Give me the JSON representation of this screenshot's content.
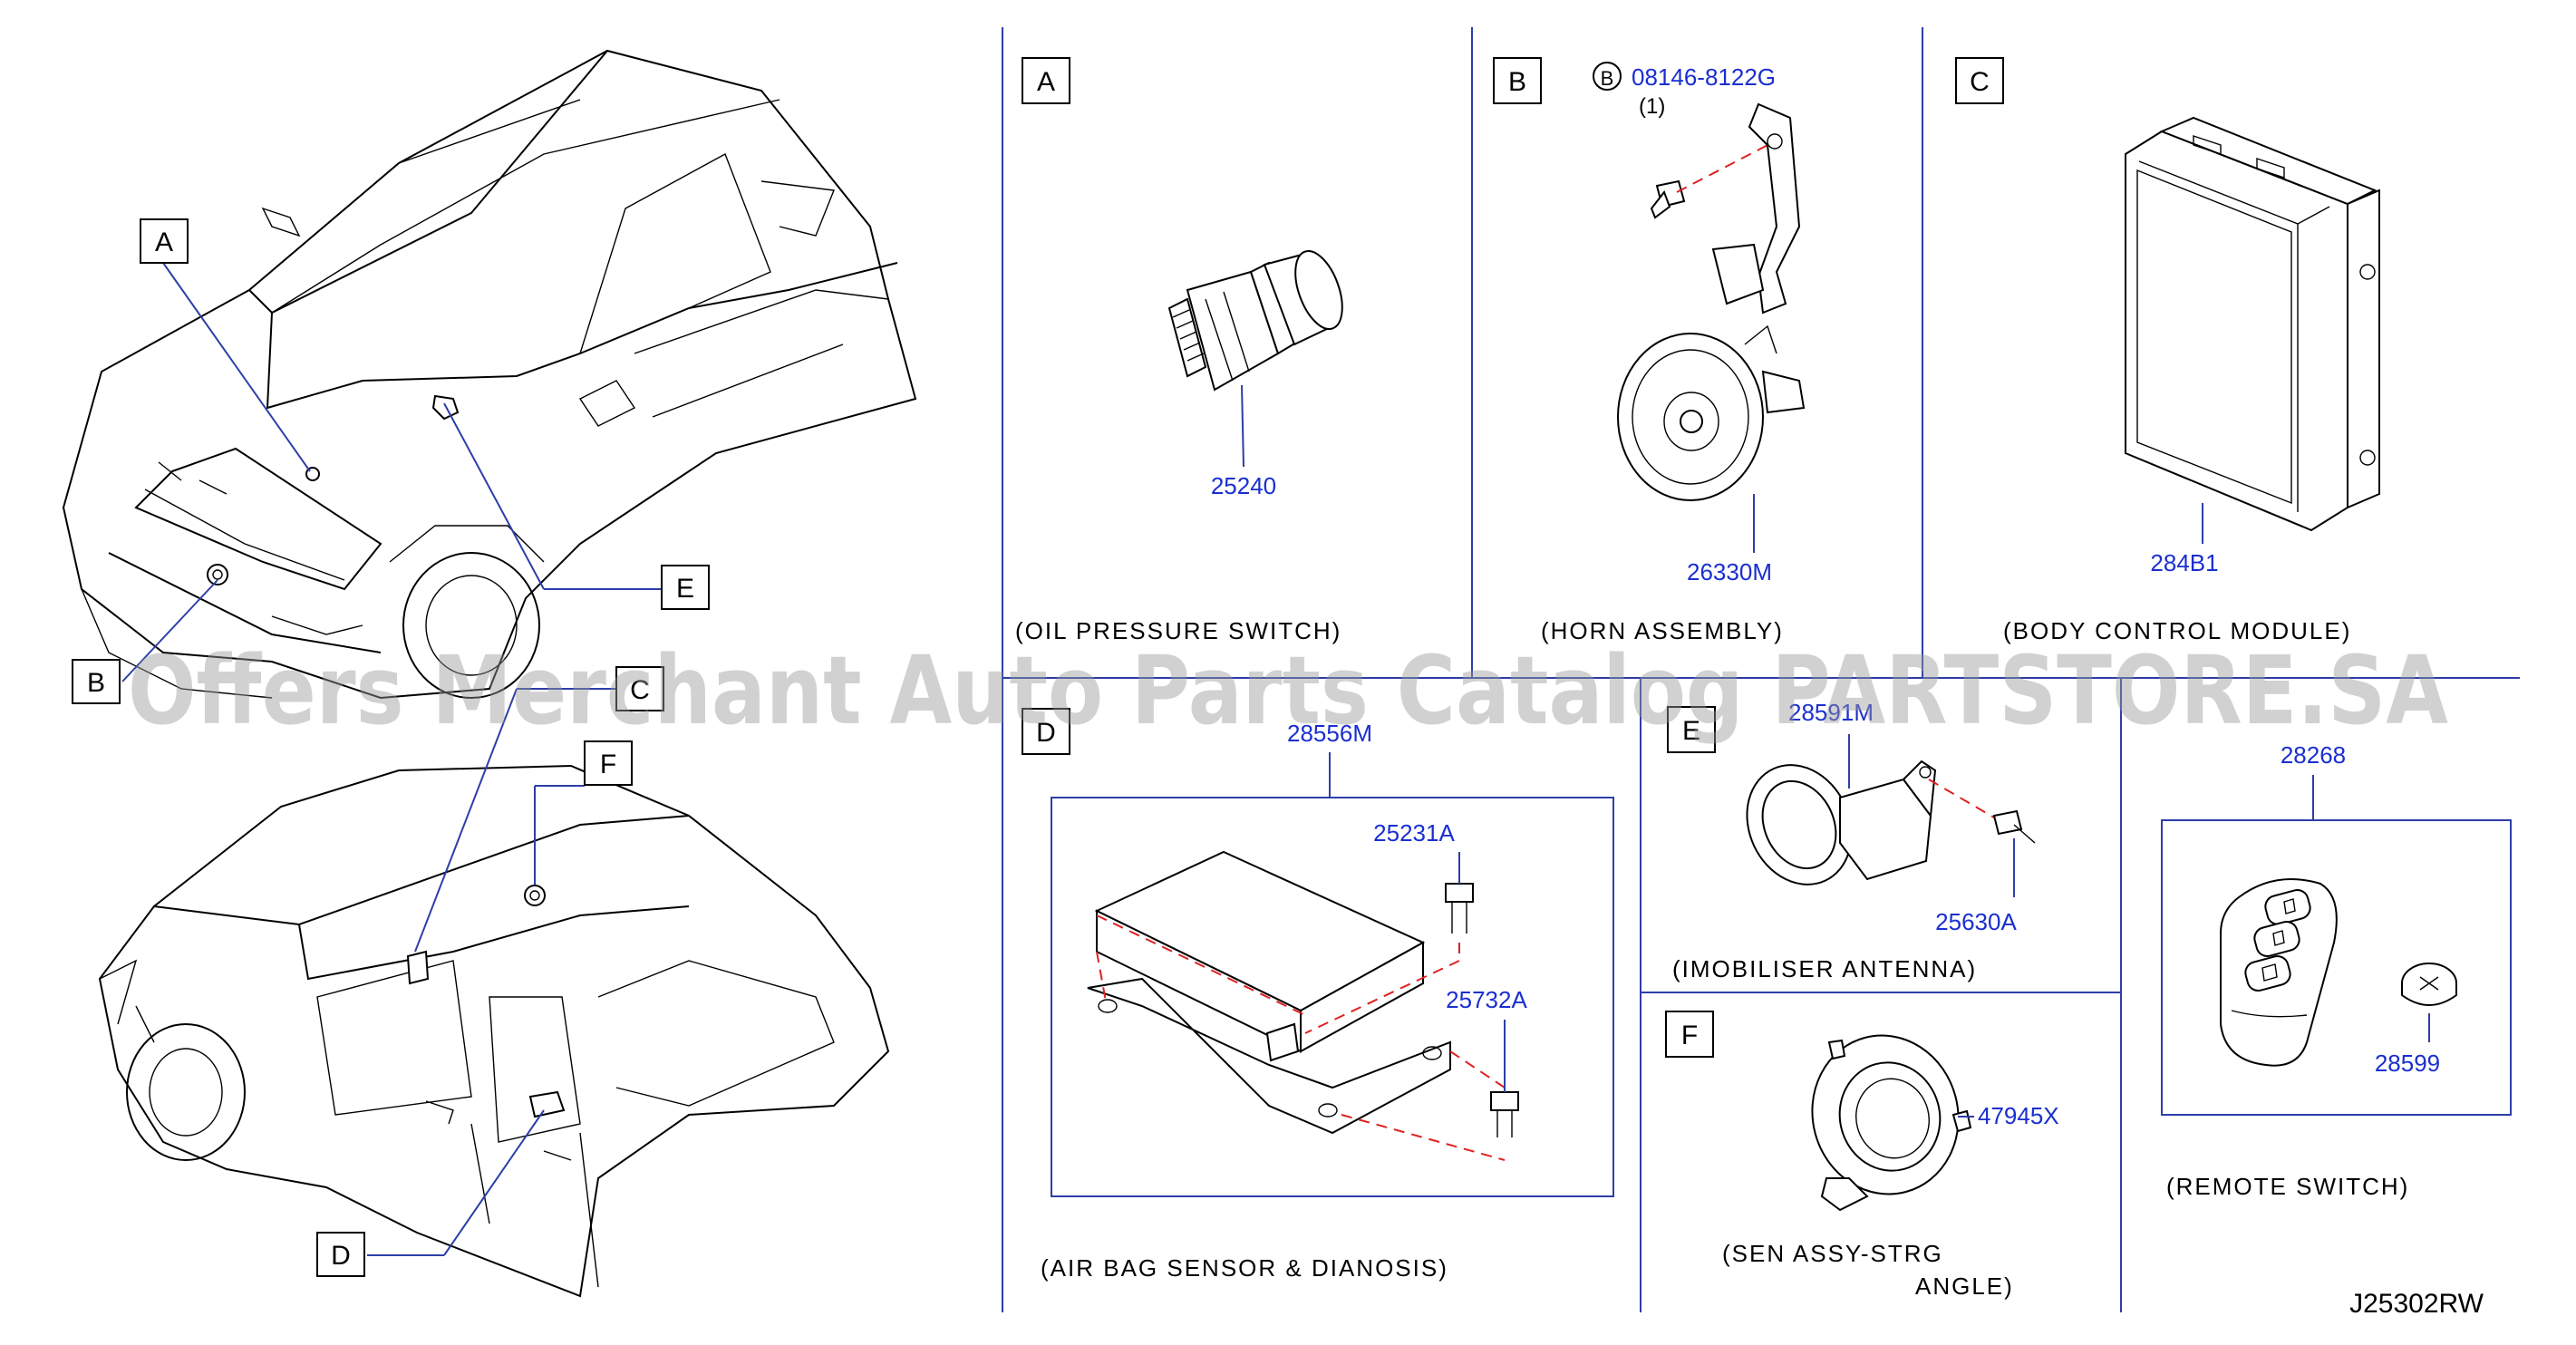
{
  "watermark": "Offers Merchant Auto Parts Catalog PARTSTORE.SA",
  "overview": {
    "callouts": {
      "A": "A",
      "B": "B",
      "C": "C",
      "D": "D",
      "E": "E",
      "F": "F"
    }
  },
  "panels": {
    "A": {
      "label": "A",
      "part": "25240",
      "caption": "(OIL PRESSURE SWITCH)"
    },
    "B": {
      "label": "B",
      "bolt_marker": "B",
      "bolt_part": "08146-8122G",
      "bolt_qty": "(1)",
      "part": "26330M",
      "caption": "(HORN ASSEMBLY)"
    },
    "C": {
      "label": "C",
      "part": "284B1",
      "caption": "(BODY CONTROL MODULE)"
    },
    "D": {
      "label": "D",
      "part": "28556M",
      "bolt1": "25231A",
      "bolt2": "25732A",
      "caption": "(AIR BAG SENSOR & DIANOSIS)"
    },
    "E": {
      "label": "E",
      "part": "28591M",
      "bolt": "25630A",
      "caption": "(IMOBILISER ANTENNA)"
    },
    "F": {
      "label": "F",
      "part": "47945X",
      "caption_line1": "(SEN ASSY-STRG",
      "caption_line2": "ANGLE)"
    },
    "remote": {
      "part": "28268",
      "battery": "28599",
      "caption": "(REMOTE SWITCH)"
    }
  },
  "diagram_id": "J25302RW"
}
